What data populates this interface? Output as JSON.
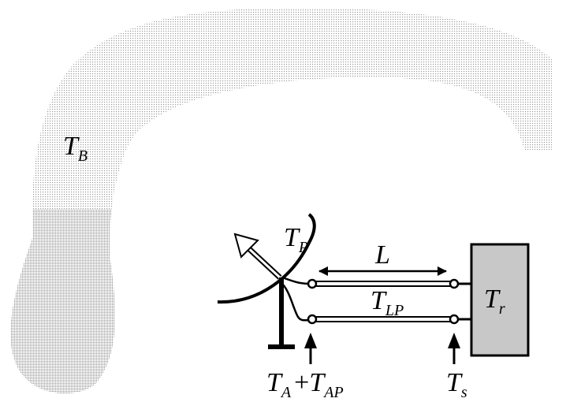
{
  "labels": {
    "background_temp": {
      "main": "T",
      "sub": "B"
    },
    "antenna_physical_temp": {
      "main": "T",
      "sub": "P"
    },
    "line_length": "L",
    "line_physical_temp": {
      "main": "T",
      "sub": "LP"
    },
    "receiver_temp": {
      "main": "T",
      "sub": "r"
    },
    "antenna_output_temp": {
      "main1": "T",
      "sub1": "A",
      "op": "+",
      "main2": "T",
      "sub2": "AP"
    },
    "system_temp": {
      "main": "T",
      "sub": "s"
    }
  },
  "colors": {
    "ink": "#000000",
    "receiver_box": "#c8c8c8",
    "sky_dots": "#9a9a9a"
  }
}
